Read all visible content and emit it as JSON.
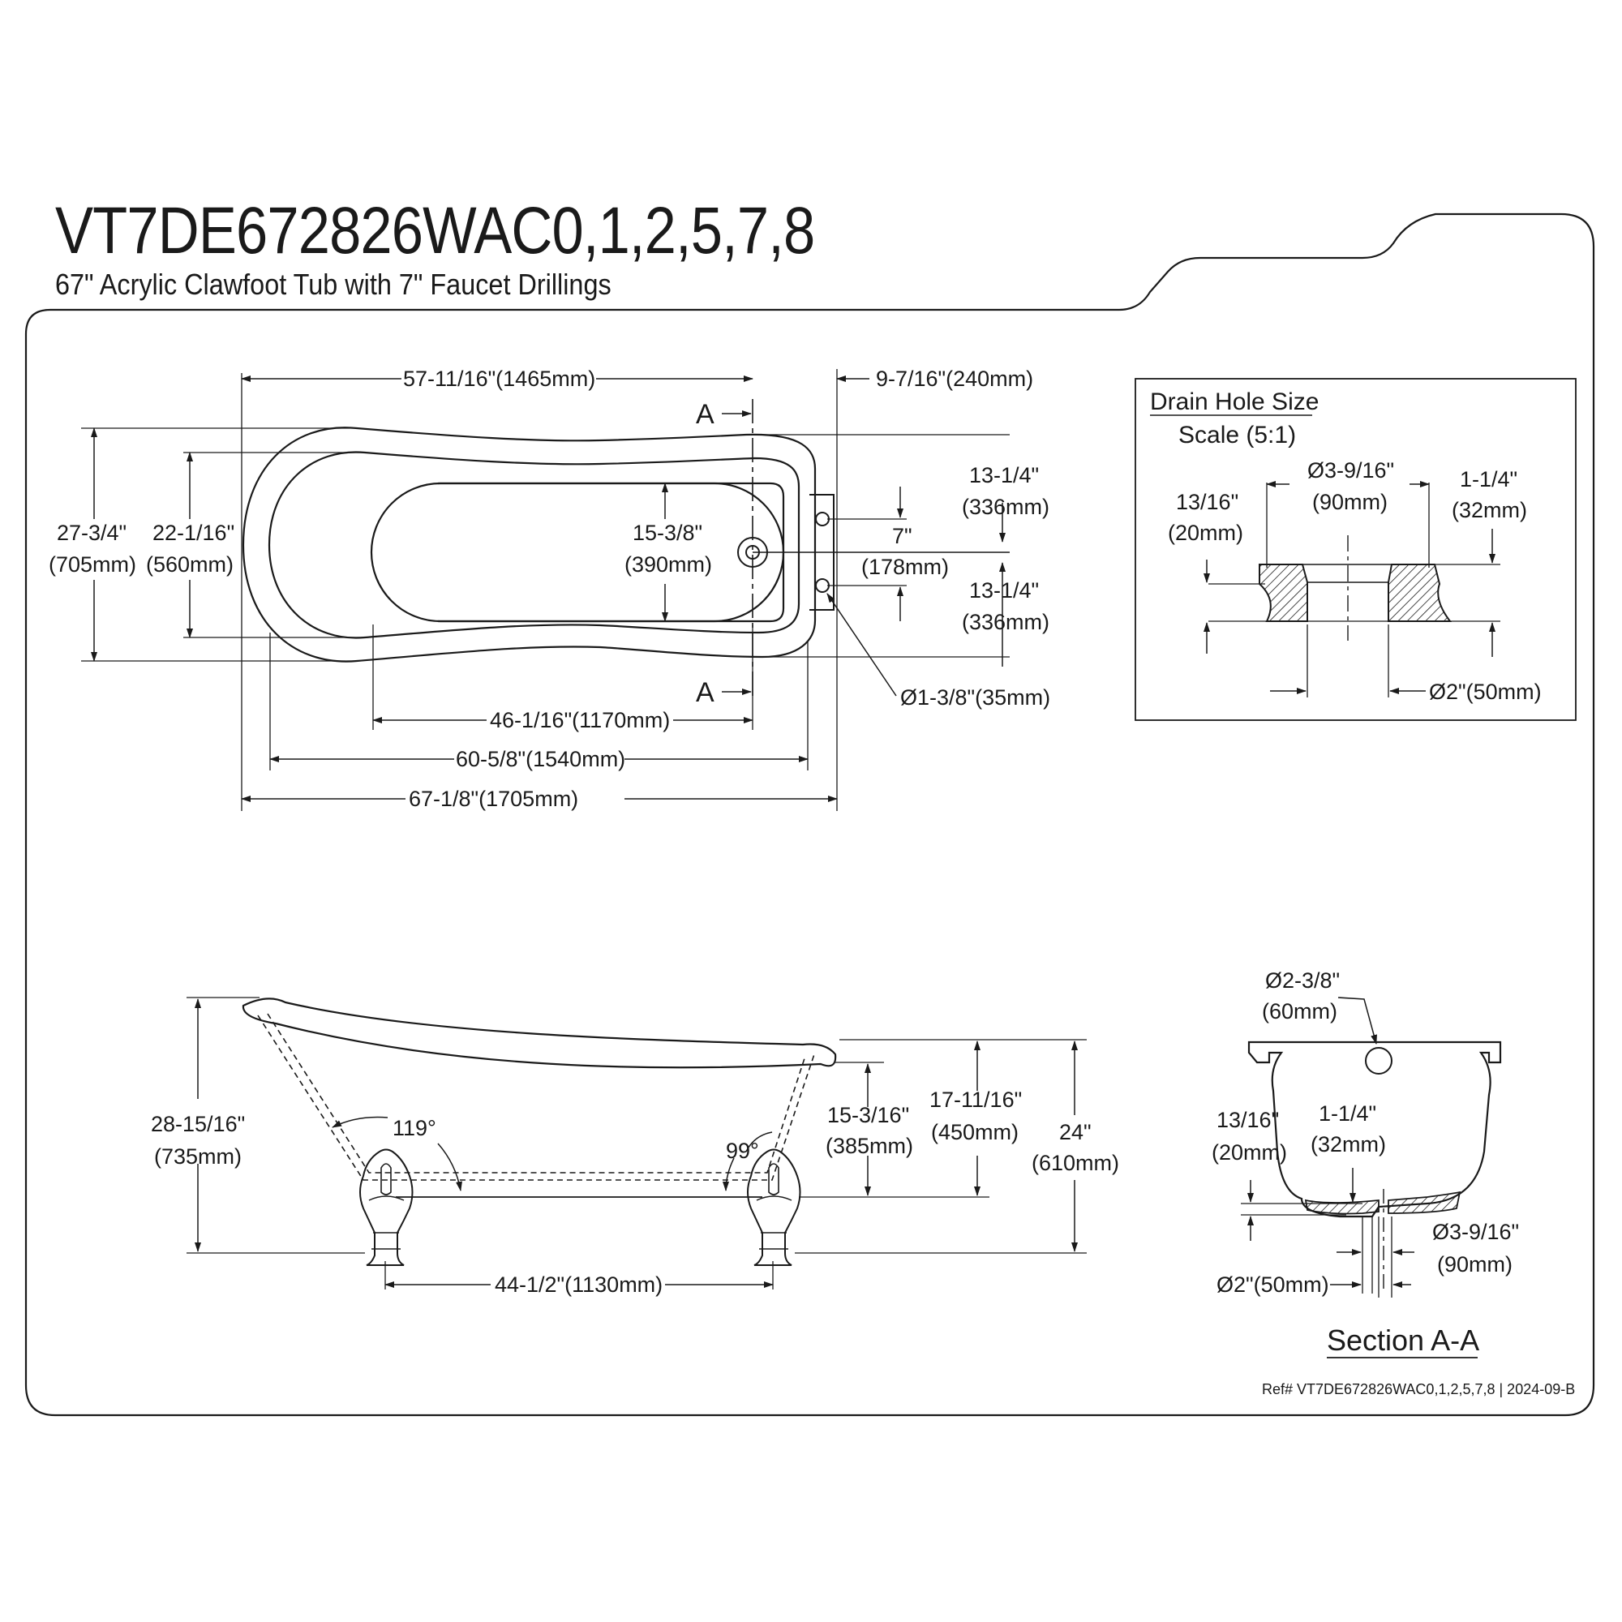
{
  "header": {
    "title": "VT7DE672826WAC0,1,2,5,7,8",
    "subtitle": "67\" Acrylic Clawfoot Tub with 7\" Faucet Drillings"
  },
  "top_view": {
    "section_marker": "A",
    "dims": {
      "inner_to_drain_length": "57-11/16\"(1465mm)",
      "drain_to_end": "9-7/16\"(240mm)",
      "overall_width_in": "27-3/4\"",
      "overall_width_mm": "(705mm)",
      "inner_width_in": "22-1/16\"",
      "inner_width_mm": "(560mm)",
      "basin_width_in": "15-3/8\"",
      "basin_width_mm": "(390mm)",
      "upper_half_in": "13-1/4\"",
      "upper_half_mm": "(336mm)",
      "faucet_spacing_in": "7\"",
      "faucet_spacing_mm": "(178mm)",
      "lower_half_in": "13-1/4\"",
      "lower_half_mm": "(336mm)",
      "faucet_hole": "Ø1-3/8\"(35mm)",
      "floor_length": "46-1/16\"(1170mm)",
      "inner_length": "60-5/8\"(1540mm)",
      "overall_length": "67-1/8\"(1705mm)"
    }
  },
  "drain_detail": {
    "title": "Drain Hole Size",
    "scale": "Scale (5:1)",
    "top_dia_in": "Ø3-9/16\"",
    "top_dia_mm": "(90mm)",
    "flange_in": "1-1/4\"",
    "flange_mm": "(32mm)",
    "thick_in": "13/16\"",
    "thick_mm": "(20mm)",
    "bottom_dia": "Ø2\"(50mm)"
  },
  "side_view": {
    "height_in": "28-15/16\"",
    "height_mm": "(735mm)",
    "angle_left": "119°",
    "angle_right": "99°",
    "low_rim_in": "15-3/16\"",
    "low_rim_mm": "(385mm)",
    "rim_height_in": "17-11/16\"",
    "rim_height_mm": "(450mm)",
    "overall_in": "24\"",
    "overall_mm": "(610mm)",
    "feet_spacing": "44-1/2\"(1130mm)"
  },
  "section_view": {
    "overflow_dia_in": "Ø2-3/8\"",
    "overflow_dia_mm": "(60mm)",
    "thick_in": "13/16\"",
    "thick_mm": "(20mm)",
    "flange_in": "1-1/4\"",
    "flange_mm": "(32mm)",
    "drain_outer_in": "Ø3-9/16\"",
    "drain_outer_mm": "(90mm)",
    "drain_inner": "Ø2\"(50mm)",
    "label": "Section A-A"
  },
  "footer": {
    "ref": "Ref# VT7DE672826WAC0,1,2,5,7,8 | 2024-09-B"
  }
}
